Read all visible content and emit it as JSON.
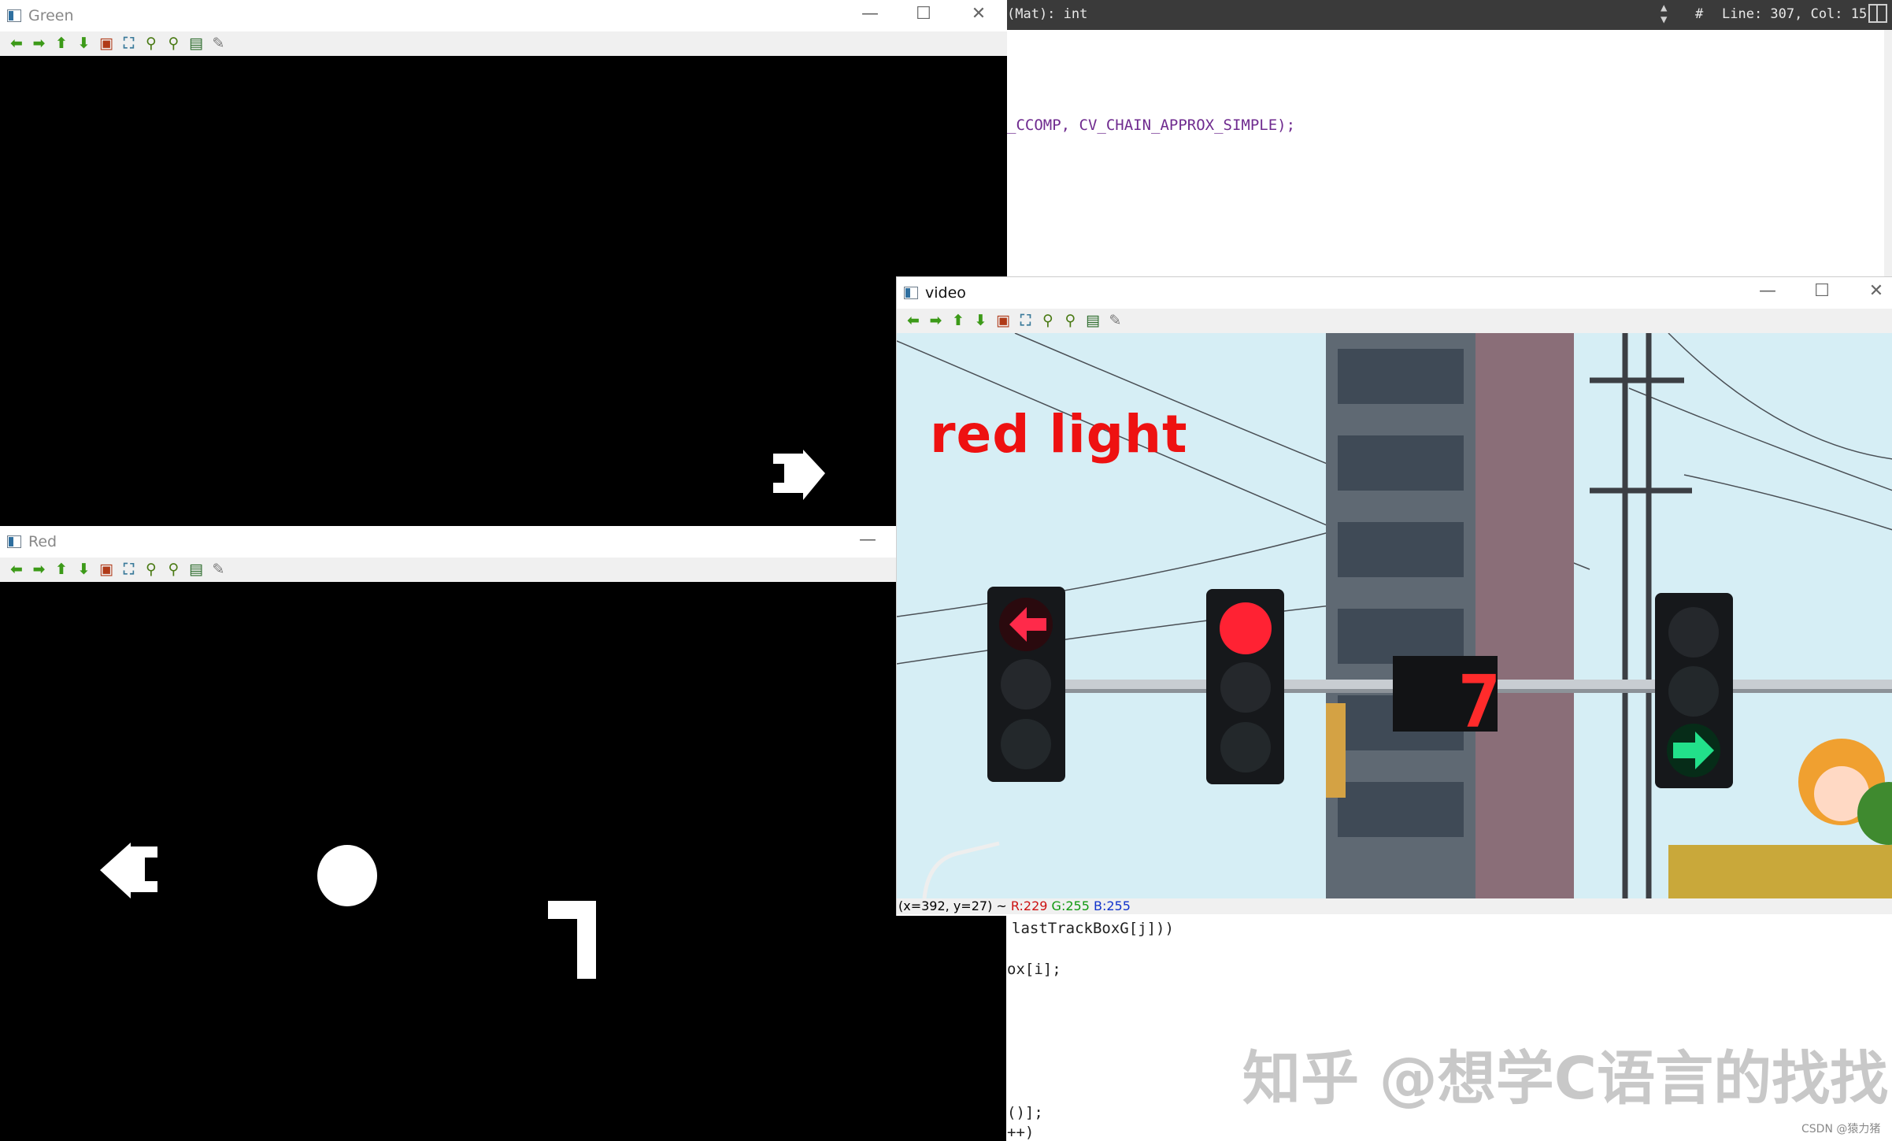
{
  "editor": {
    "signature": "(Mat): int",
    "hash_symbol": "#",
    "position": "Line: 307, Col: 15",
    "lines": {
      "find_contours": "_CCOMP, CV_CHAIN_APPROX_SIMPLE);",
      "track_box": "lastTrackBoxG[j]))",
      "box_i": "ox[i];",
      "call": "()];",
      "incr": "++)"
    }
  },
  "windows": {
    "green": {
      "title": "Green"
    },
    "red": {
      "title": "Red"
    },
    "video": {
      "title": "video",
      "overlay_text": "red light",
      "status": {
        "coords": "(x=392, y=27) ~",
        "r": "R:229",
        "g": "G:255",
        "b": "B:255"
      }
    }
  },
  "window_controls": {
    "minimize": "—",
    "maximize": "☐",
    "close": "✕"
  },
  "toolbar": [
    {
      "name": "pan-left-icon",
      "glyph": "⬅",
      "kind": "arrow"
    },
    {
      "name": "pan-right-icon",
      "glyph": "➡",
      "kind": "arrow"
    },
    {
      "name": "pan-up-icon",
      "glyph": "⬆",
      "kind": "arrow"
    },
    {
      "name": "pan-down-icon",
      "glyph": "⬇",
      "kind": "arrow"
    },
    {
      "name": "reset-zoom-icon",
      "glyph": "▣",
      "kind": "img"
    },
    {
      "name": "zoom-to-fit-icon",
      "glyph": "⛶",
      "kind": "fit"
    },
    {
      "name": "zoom-in-icon",
      "glyph": "⚲",
      "kind": "zoom"
    },
    {
      "name": "zoom-out-icon",
      "glyph": "⚲",
      "kind": "zoom"
    },
    {
      "name": "save-icon",
      "glyph": "▤",
      "kind": "save"
    },
    {
      "name": "properties-icon",
      "glyph": "✎",
      "kind": "brush"
    }
  ],
  "scene_text": {
    "counter": "7"
  },
  "watermark": "知乎 @想学C语言的找找",
  "credit": "CSDN @猿力猪",
  "colors": {
    "red_light": "#ee1111",
    "green_light": "#22e08a",
    "sky": "#d6eef5",
    "toolbar_bg": "#f0f0f0",
    "editor_bar": "#3a3a3a",
    "code_purple": "#6f2b8f"
  }
}
